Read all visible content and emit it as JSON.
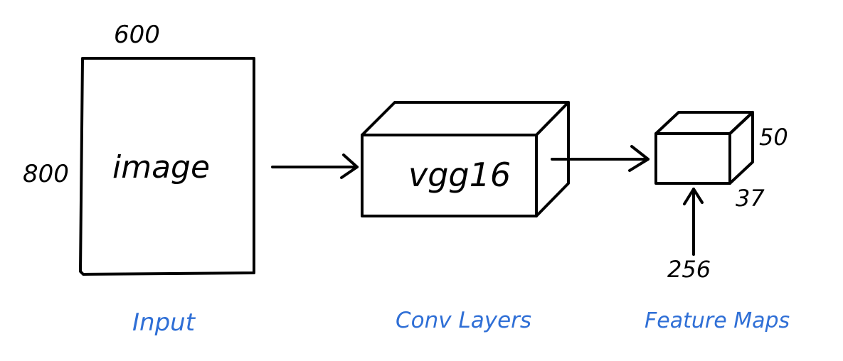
{
  "input": {
    "label": "image",
    "width_label": "600",
    "height_label": "800",
    "caption": "Input"
  },
  "conv": {
    "label": "vgg16",
    "caption": "Conv Layers"
  },
  "feature": {
    "height_label": "50",
    "width_label": "37",
    "channels_label": "256",
    "caption": "Feature Maps"
  },
  "colors": {
    "stroke": "#000000",
    "caption": "#2f6fd6",
    "side_face": "#e6ddd0"
  }
}
